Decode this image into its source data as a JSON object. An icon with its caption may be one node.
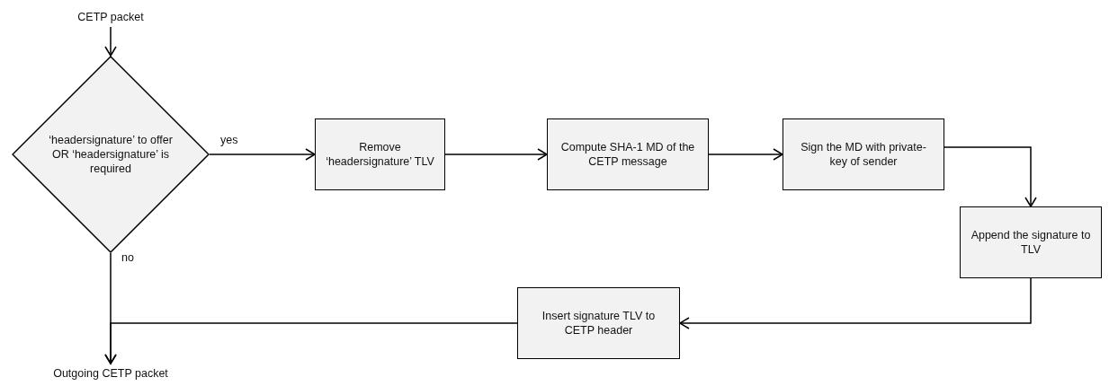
{
  "diagram": {
    "nodes": [
      {
        "text": [
          "CETP packet"
        ]
      },
      {
        "text": [
          "‘headersignature’ to offer OR ‘headersignature’ is required"
        ]
      },
      {
        "text": [
          "Remove ‘headersignature’ TLV"
        ]
      },
      {
        "text": [
          "Compute SHA-1 MD of the CETP message"
        ]
      },
      {
        "text": [
          "Sign the MD with private-key of sender"
        ]
      },
      {
        "text": [
          "Append the signature to TLV"
        ]
      },
      {
        "text": [
          "Insert signature TLV to CETP header"
        ]
      },
      {
        "text": [
          "Outgoing CETP packet"
        ]
      }
    ],
    "edges": [
      {
        "from": 0,
        "to": 1,
        "arrow": "to"
      },
      {
        "from": 1,
        "to": 2,
        "arrow": "to",
        "label": "yes"
      },
      {
        "from": 2,
        "to": 3,
        "arrow": "to"
      },
      {
        "from": 3,
        "to": 4,
        "arrow": "to"
      },
      {
        "from": 4,
        "to": 5,
        "arrow": "to"
      },
      {
        "from": 5,
        "to": 6,
        "arrow": "to"
      },
      {
        "from": 6,
        "to": 7,
        "arrow": "to"
      },
      {
        "from": 1,
        "to": 7,
        "arrow": "to",
        "label": "no"
      }
    ]
  }
}
